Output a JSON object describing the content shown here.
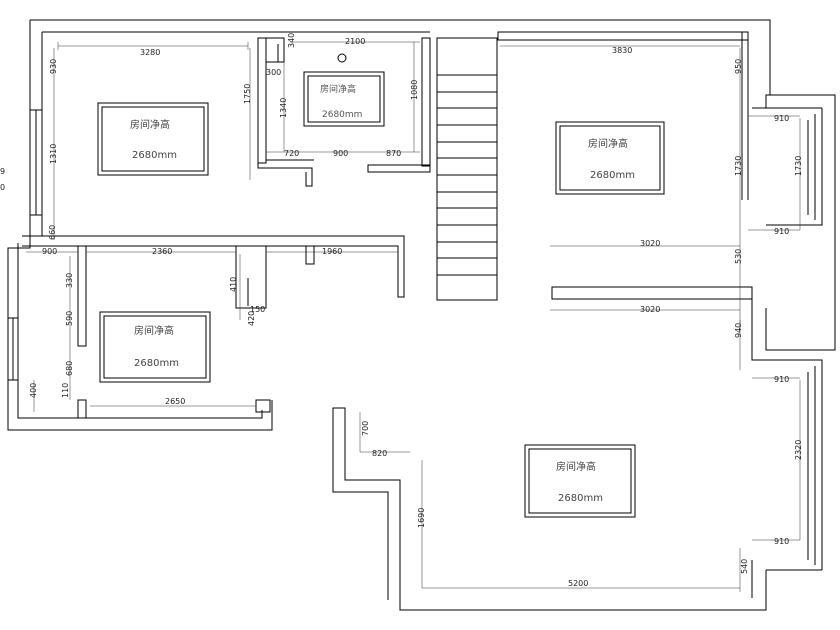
{
  "rooms": [
    {
      "label": "房间净高",
      "value": "2680mm"
    },
    {
      "label": "房间净高",
      "value": "2680mm"
    },
    {
      "label": "房间净高",
      "value": "2680mm"
    },
    {
      "label": "房间净高",
      "value": "2680mm"
    },
    {
      "label": "房间净高",
      "value": "2680mm"
    }
  ],
  "dims": {
    "top_left_width": "3280",
    "bath_width": "2100",
    "right_width": "3830",
    "d340": "340",
    "d300": "300",
    "d1750": "1750",
    "d1340": "1340",
    "d1080": "1080",
    "d720": "720",
    "d900a": "900",
    "d870": "870",
    "d930": "930",
    "d1310": "1310",
    "d660": "660",
    "d950": "950",
    "d910a": "910",
    "d1730a": "1730",
    "d1730b": "1730",
    "d910b": "910",
    "d530": "530",
    "d3020a": "3020",
    "d3020b": "3020",
    "d940": "940",
    "d910c": "910",
    "d2320": "2320",
    "d910d": "910",
    "d540": "540",
    "d5200": "5200",
    "d900b": "900",
    "d2360": "2360",
    "d410": "410",
    "d1960": "1960",
    "d330": "330",
    "d590": "590",
    "d420": "420",
    "d150": "150",
    "d680": "680",
    "d110": "110",
    "d400": "400",
    "d2650": "2650",
    "d700": "700",
    "d820": "820",
    "d1690": "1690",
    "edge_left_top": "9",
    "edge_left_bot": "0"
  }
}
